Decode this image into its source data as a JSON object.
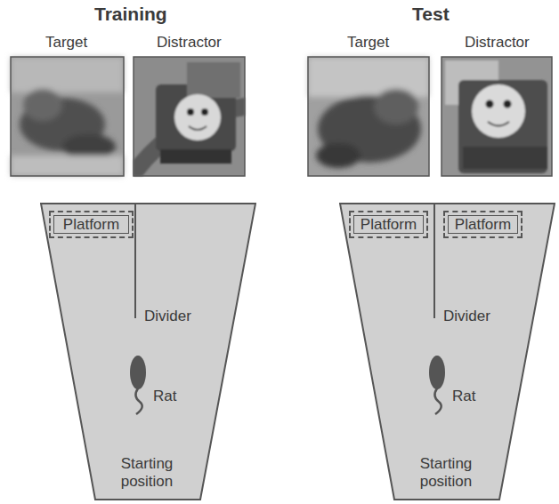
{
  "diagram": {
    "nodes": [
      {
        "text": [
          "Divider",
          "Rat",
          "Starting position"
        ]
      },
      {
        "text": [
          "Platform"
        ],
        "in": 0
      },
      {
        "text": [
          "Divider",
          "Rat",
          "Starting position"
        ]
      },
      {
        "text": [
          "Platform"
        ],
        "in": 2
      },
      {
        "text": [
          "Platform"
        ],
        "in": 2
      }
    ],
    "labels": [
      "Training",
      "Target",
      "Distractor",
      "Test",
      "Target",
      "Distractor"
    ]
  }
}
